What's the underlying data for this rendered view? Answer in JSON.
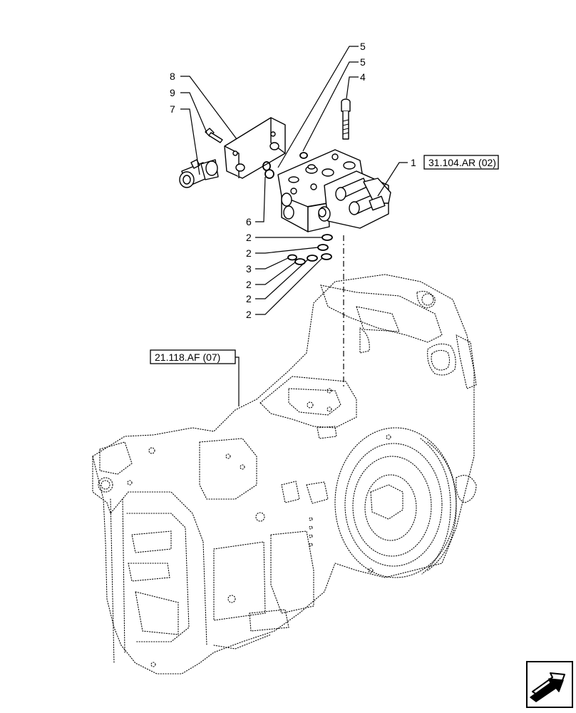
{
  "callouts": {
    "c1": "1",
    "c2a": "2",
    "c2b": "2",
    "c2c": "2",
    "c2d": "2",
    "c2e": "2",
    "c3": "3",
    "c4": "4",
    "c5a": "5",
    "c5b": "5",
    "c6": "6",
    "c7": "7",
    "c8": "8",
    "c9": "9"
  },
  "references": {
    "valve_ref": "31.104.AR (02)",
    "housing_ref": "21.118.AF (07)"
  },
  "icons": {
    "navigation": "next-page-arrow-icon"
  }
}
